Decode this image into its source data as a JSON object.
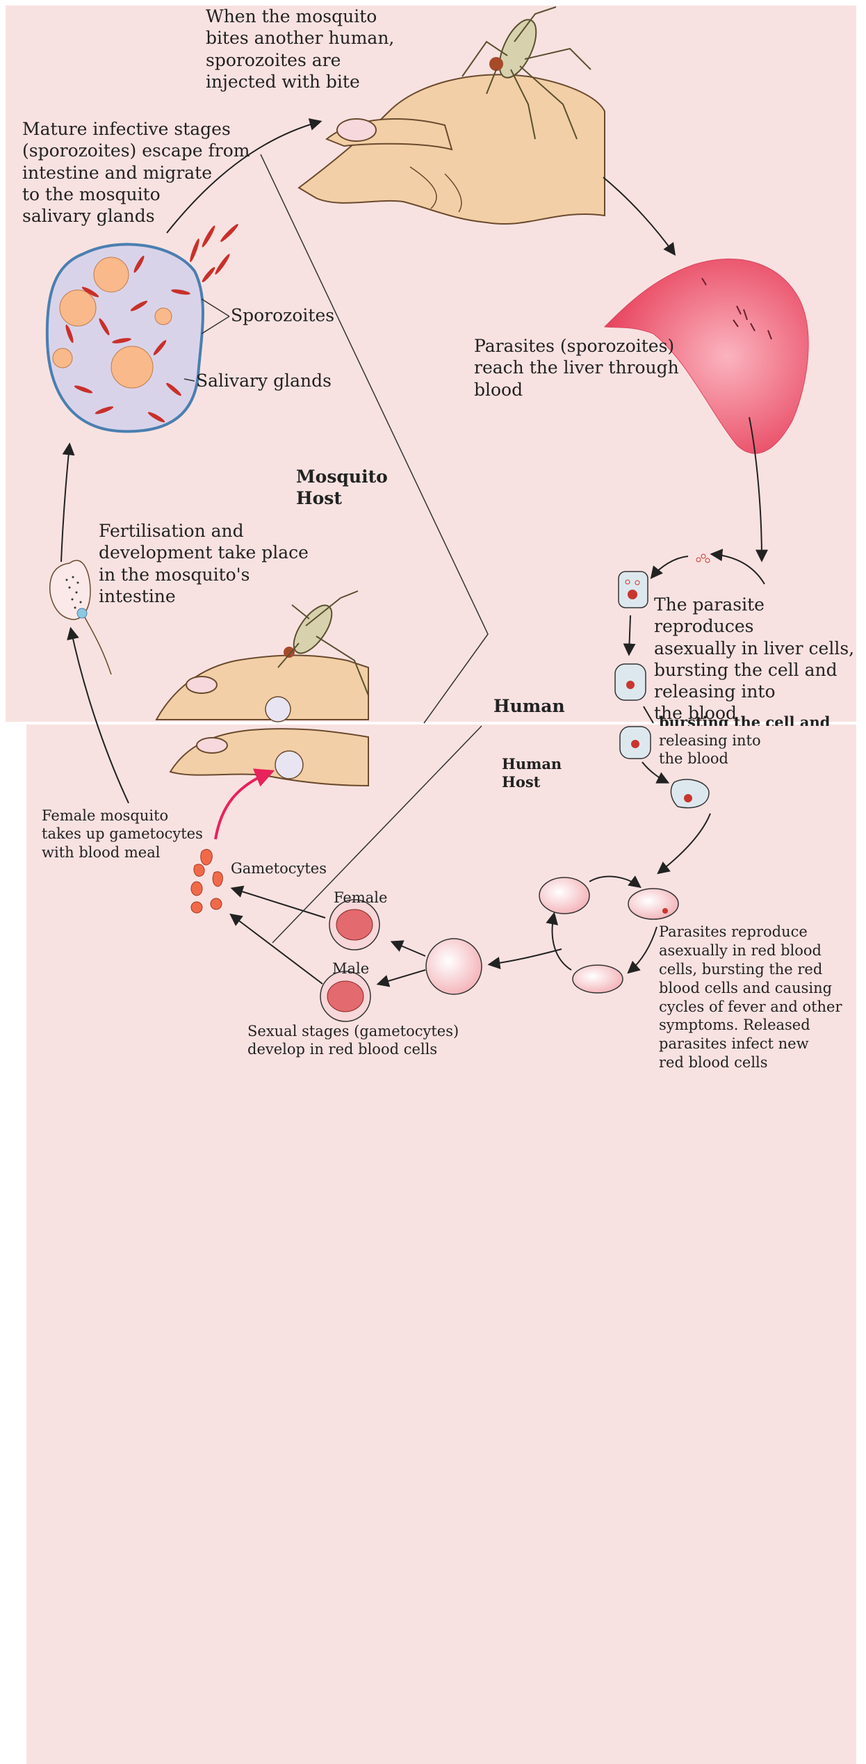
{
  "labels": {
    "mosquito_bites": "When the mosquito\nbites another human,\nsporozoites are\ninjected with bite",
    "mature_stages": "Mature infective stages\n(sporozoites) escape from\nintestine and migrate\nto the mosquito\nsalivary glands",
    "sporozoites": "Sporozoites",
    "salivary_glands": "Salivary glands",
    "liver_reach": "Parasites (sporozoites)\nreach the liver through\nblood",
    "mosquito_host": "Mosquito\nHost",
    "fertilisation": "Fertilisation and\ndevelopment take place\nin the mosquito's\nintestine",
    "liver_reproduce": "The parasite reproduces\nasexually in liver cells,\nbursting the cell and\nreleasing into\nthe blood",
    "human": "Human",
    "releasing_overlap": "bursting the cell and",
    "releasing_bottom": "releasing into\nthe blood",
    "human_host": "Human\nHost",
    "female_mosquito": "Female mosquito\ntakes up gametocytes\nwith blood meal",
    "gametocytes": "Gametocytes",
    "female": "Female",
    "male": "Male",
    "rbc_reproduce": "Parasites reproduce\nasexually in red blood\ncells, bursting the red\nblood cells and causing\ncycles of fever and other\nsymptoms. Released\nparasites infect new\nred blood cells",
    "sexual_stages": "Sexual stages (gametocytes)\ndevelop in red blood cells"
  },
  "colors": {
    "background": "#f8e2e1",
    "liver": "#ef5f78",
    "parasite": "#c8362f",
    "skin": "#f2cfa6",
    "accent_arrow": "#e8225a"
  }
}
